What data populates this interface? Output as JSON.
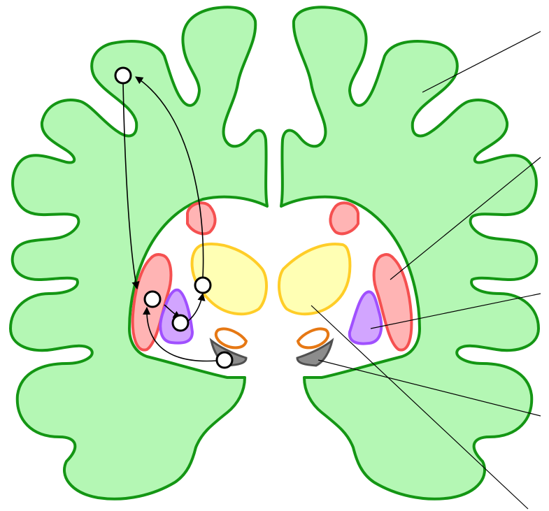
{
  "colors": {
    "cortex_fill": "#b4f7b4",
    "cortex_stroke": "#149614",
    "striatum_fill": "#ffb4b4",
    "striatum_stroke": "#f55050",
    "pallidum_fill": "#d2a5ff",
    "pallidum_stroke": "#a050ff",
    "thalamus_fill": "#ffffb4",
    "thalamus_stroke": "#ffcd28",
    "subthalamic_fill": "#ffffff",
    "subthalamic_stroke": "#e67814",
    "substantia_nigra_fill": "#8c8c8c",
    "substantia_nigra_stroke": "#505050",
    "node_fill": "#ffffff",
    "node_stroke": "#000000",
    "arrow_color": "#000000",
    "leader_line": "#000000"
  },
  "structures": [
    "cortex",
    "striatum",
    "globus-pallidus",
    "thalamus",
    "subthalamic-nucleus",
    "substantia-nigra"
  ],
  "pathway": {
    "nodes": [
      "cortex-node",
      "striatum-node",
      "pallidum-node",
      "thalamus-node",
      "nigra-node"
    ],
    "connections": [
      {
        "from": "cortex-node",
        "to": "striatum-node"
      },
      {
        "from": "striatum-node",
        "to": "pallidum-node"
      },
      {
        "from": "pallidum-node",
        "to": "thalamus-node"
      },
      {
        "from": "thalamus-node",
        "to": "cortex-node"
      },
      {
        "from": "nigra-node",
        "to": "striatum-node"
      }
    ]
  },
  "labels": []
}
